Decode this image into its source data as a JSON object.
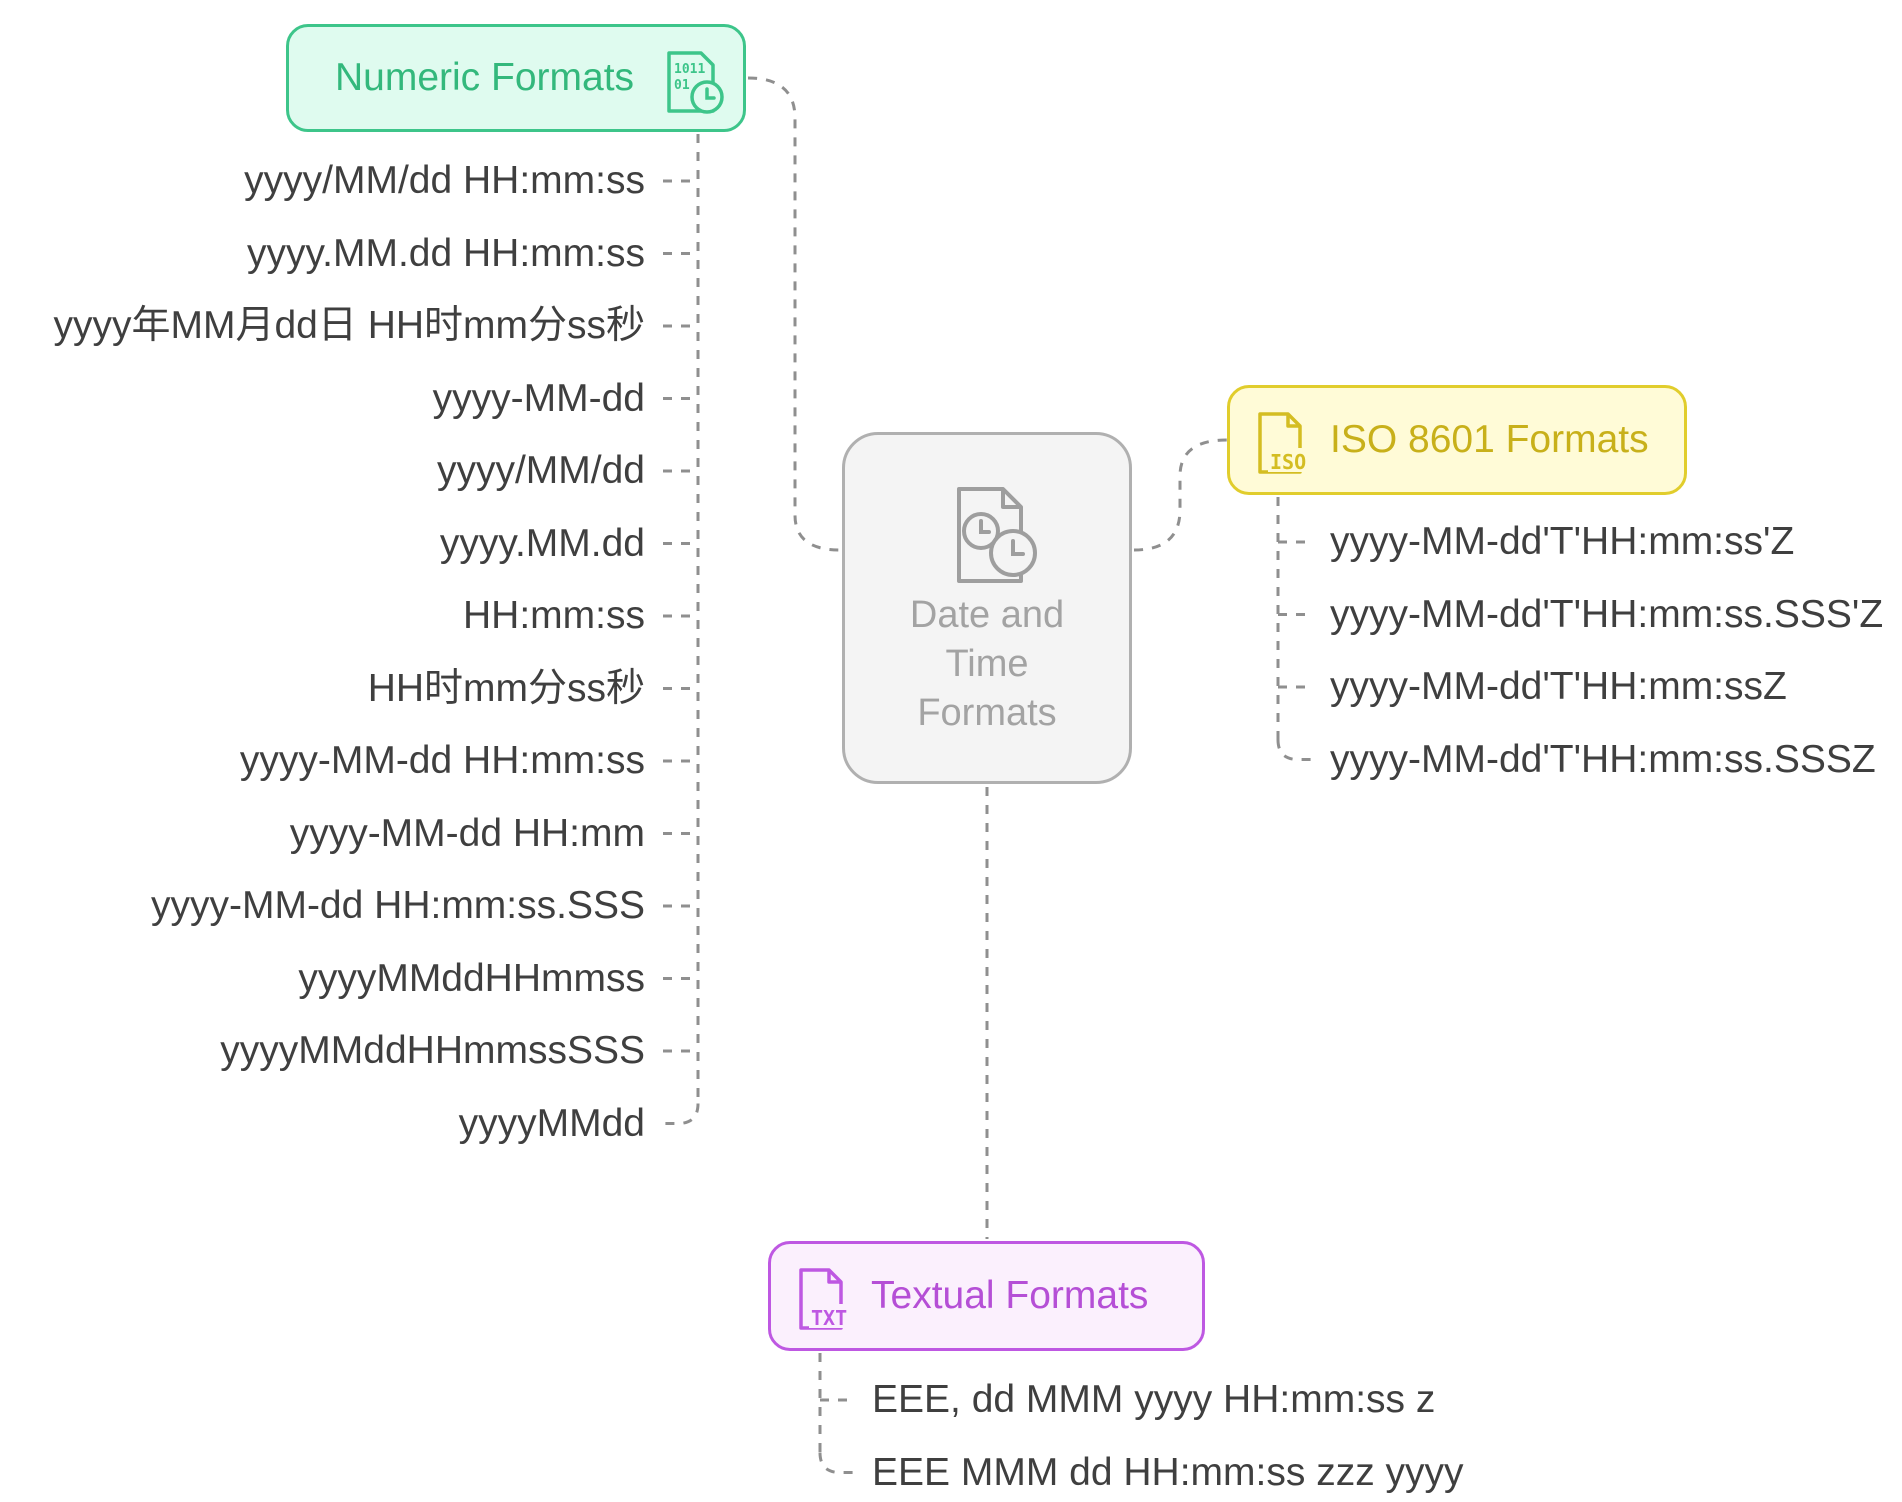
{
  "center": {
    "label": "Date and\nTime\nFormats",
    "icon": "document-clock-icon"
  },
  "numeric": {
    "title": "Numeric Formats",
    "icon": "binary-clock-icon",
    "color": "#3dc58a",
    "items": [
      "yyyy/MM/dd HH:mm:ss",
      "yyyy.MM.dd HH:mm:ss",
      "yyyy年MM月dd日 HH时mm分ss秒",
      "yyyy-MM-dd",
      "yyyy/MM/dd",
      "yyyy.MM.dd",
      "HH:mm:ss",
      "HH时mm分ss秒",
      "yyyy-MM-dd HH:mm:ss",
      "yyyy-MM-dd HH:mm",
      "yyyy-MM-dd HH:mm:ss.SSS",
      "yyyyMMddHHmmss",
      "yyyyMMddHHmmssSSS",
      "yyyyMMdd"
    ]
  },
  "iso": {
    "title": "ISO 8601 Formats",
    "icon": "iso-file-icon",
    "color": "#e1cd2c",
    "items": [
      "yyyy-MM-dd'T'HH:mm:ss'Z",
      "yyyy-MM-dd'T'HH:mm:ss.SSS'Z",
      "yyyy-MM-dd'T'HH:mm:ssZ",
      "yyyy-MM-dd'T'HH:mm:ss.SSSZ"
    ]
  },
  "textual": {
    "title": "Textual Formats",
    "icon": "txt-file-icon",
    "color": "#be58e2",
    "items": [
      "EEE, dd MMM yyyy HH:mm:ss z",
      "EEE MMM dd HH:mm:ss zzz yyyy"
    ]
  }
}
